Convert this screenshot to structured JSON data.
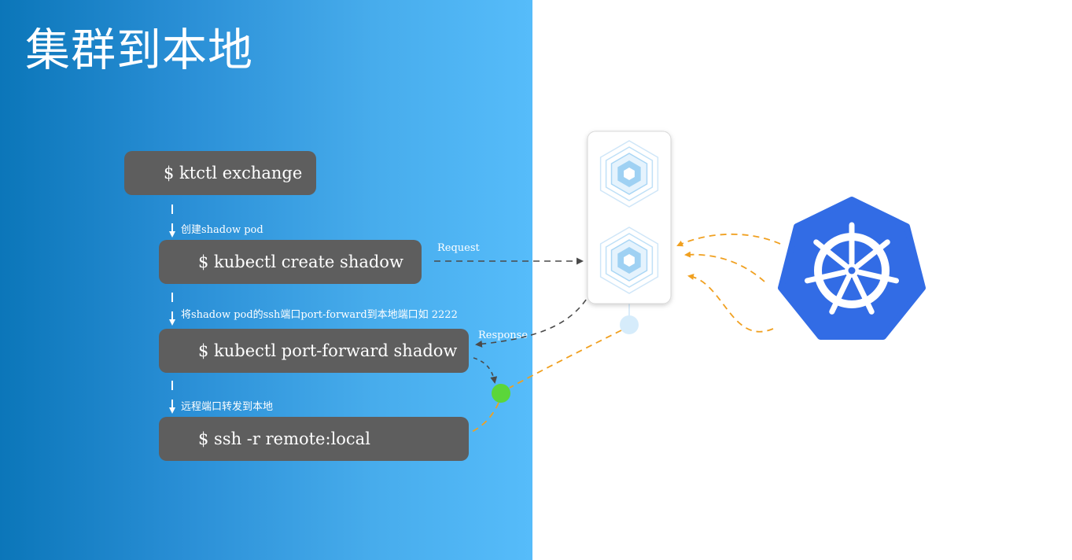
{
  "title": "集群到本地",
  "commands": [
    {
      "id": "ktctl-exchange",
      "text": "$ ktctl exchange"
    },
    {
      "id": "create-shadow",
      "text": "$ kubectl create shadow"
    },
    {
      "id": "port-forward",
      "text": "$ kubectl port-forward shadow"
    },
    {
      "id": "ssh-remote",
      "text": "$ ssh -r remote:local"
    }
  ],
  "steps": [
    {
      "text": "创建shadow pod"
    },
    {
      "text": "将shadow pod的ssh端口port-forward到本地端口如 2222"
    },
    {
      "text": "远程端口转发到本地"
    }
  ],
  "flow": {
    "request_label": "Request",
    "response_label": "Response"
  },
  "icons": {
    "pod_icon": "hexagon-pod-icon",
    "k8s_logo": "kubernetes-helm-wheel-icon"
  },
  "colors": {
    "gradient_start": "#0b76b9",
    "gradient_end": "#56bcfa",
    "command_box": "#5e5e5e",
    "k8s_blue": "#326ce5",
    "traffic_orange": "#f0a020",
    "local_node_green": "#5bd63a",
    "shadow_node_light_blue": "#d6ecfb"
  }
}
